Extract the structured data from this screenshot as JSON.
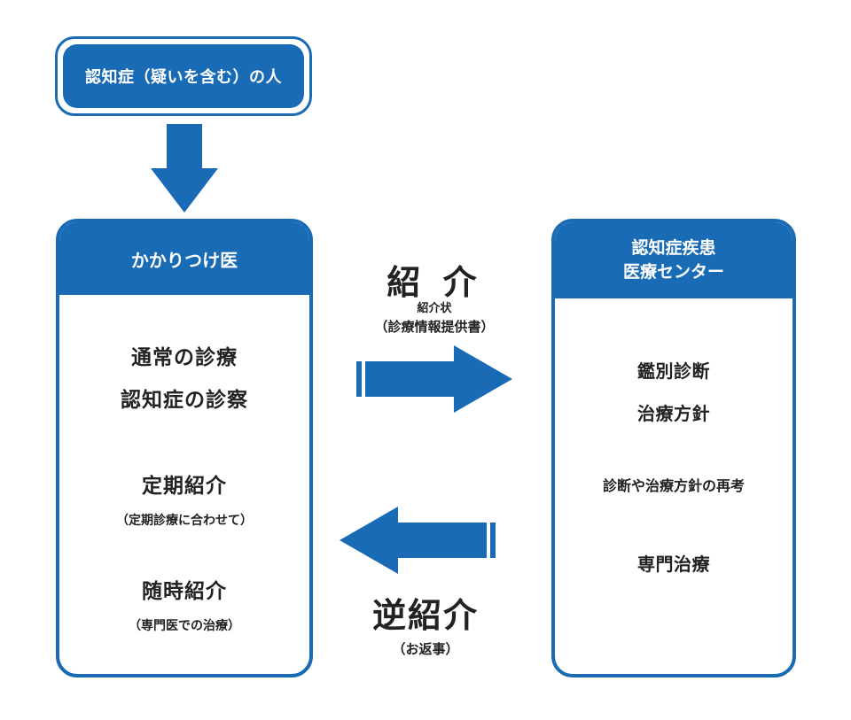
{
  "patient": {
    "label": "認知症（疑いを含む）の人"
  },
  "left_panel": {
    "title": "かかりつけ医",
    "items": [
      "通常の診療",
      "認知症の診察",
      "定期紹介",
      "（定期診療に合わせて）",
      "随時紹介",
      "（専門医での治療）"
    ]
  },
  "right_panel": {
    "title_line1": "認知症疾患",
    "title_line2": "医療センター",
    "items": [
      "鑑別診断",
      "治療方針",
      "診断や治療方針の再考",
      "専門治療"
    ]
  },
  "referral": {
    "label": "紹 介",
    "doc": "紹介状",
    "doc_detail": "（診療情報提供書）"
  },
  "reverse_referral": {
    "label": "逆紹介",
    "detail": "（お返事）"
  },
  "colors": {
    "accent": "#1a6bb5",
    "text": "#222222",
    "background": "#ffffff"
  },
  "icons": {
    "down_arrow": "arrow-down-icon",
    "right_arrow": "arrow-right-icon",
    "left_arrow": "arrow-left-icon"
  }
}
